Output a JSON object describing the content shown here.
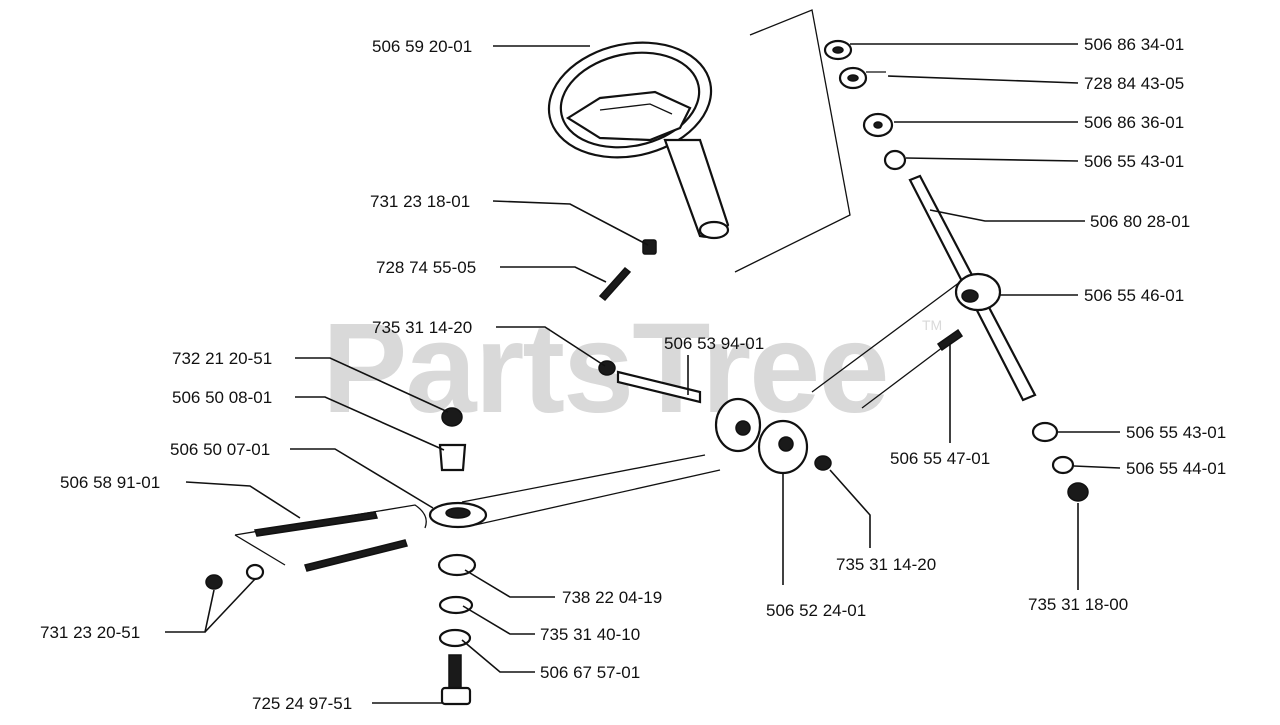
{
  "watermark": {
    "text": "PartsTree",
    "trademark": "TM"
  },
  "parts": [
    {
      "id": "p1",
      "number": "506 59 20-01"
    },
    {
      "id": "p2",
      "number": "731 23 18-01"
    },
    {
      "id": "p3",
      "number": "728 74 55-05"
    },
    {
      "id": "p4",
      "number": "735 31 14-20"
    },
    {
      "id": "p5",
      "number": "506 53 94-01"
    },
    {
      "id": "p6",
      "number": "732 21 20-51"
    },
    {
      "id": "p7",
      "number": "506 50 08-01"
    },
    {
      "id": "p8",
      "number": "506 50 07-01"
    },
    {
      "id": "p9",
      "number": "506 58 91-01"
    },
    {
      "id": "p10",
      "number": "731 23 20-51"
    },
    {
      "id": "p11",
      "number": "738 22 04-19"
    },
    {
      "id": "p12",
      "number": "735 31 40-10"
    },
    {
      "id": "p13",
      "number": "506 67 57-01"
    },
    {
      "id": "p14",
      "number": "725 24 97-51"
    },
    {
      "id": "p15",
      "number": "506 52 24-01"
    },
    {
      "id": "p16",
      "number": "735 31 14-20"
    },
    {
      "id": "p17",
      "number": "506 55 47-01"
    },
    {
      "id": "p18",
      "number": "506 86 34-01"
    },
    {
      "id": "p19",
      "number": "728 84 43-05"
    },
    {
      "id": "p20",
      "number": "506 86 36-01"
    },
    {
      "id": "p21",
      "number": "506 55 43-01"
    },
    {
      "id": "p22",
      "number": "506 80 28-01"
    },
    {
      "id": "p23",
      "number": "506 55 46-01"
    },
    {
      "id": "p24",
      "number": "506 55 43-01"
    },
    {
      "id": "p25",
      "number": "506 55 44-01"
    },
    {
      "id": "p26",
      "number": "735 31 18-00"
    }
  ]
}
